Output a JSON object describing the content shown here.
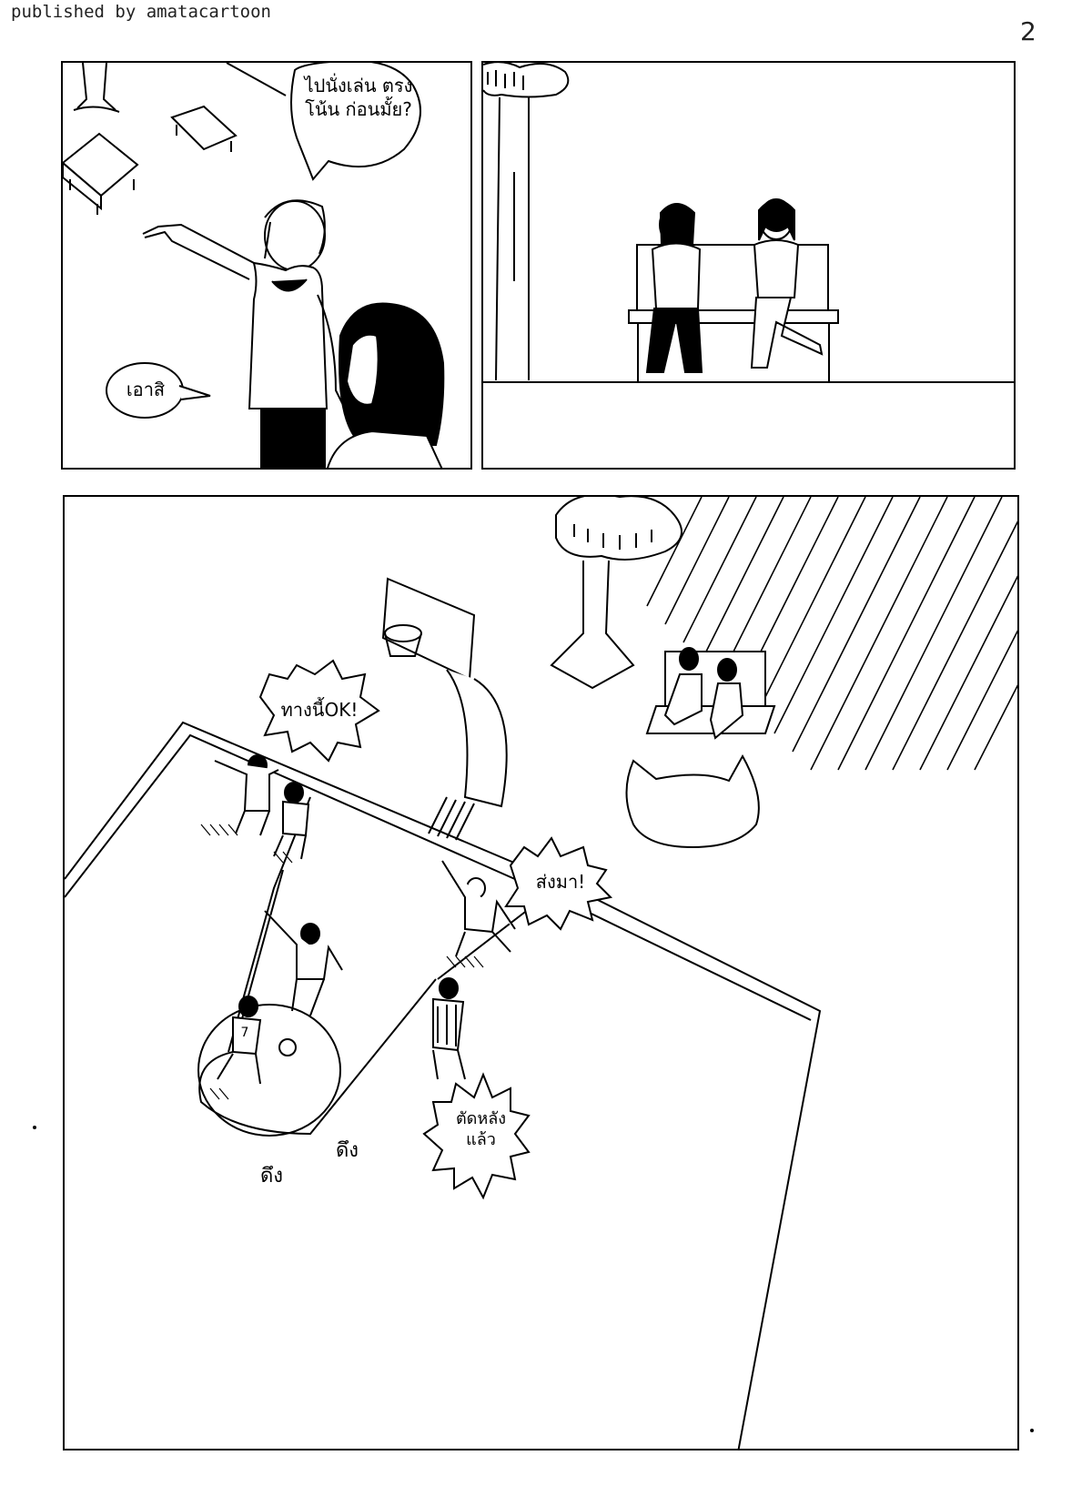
{
  "header": {
    "publisher": "published by amatacartoon",
    "page_number": "2"
  },
  "panel1": {
    "speech_top": "ไปนั่งเล่น ตรงโน้น ก่อนมั้ย?",
    "speech_bottom": "เอาสิ"
  },
  "panel3": {
    "shout_left": "ทางนี้OK!",
    "shout_right": "ส่งมา!",
    "shout_bottom": "ตัดหลังแล้ว",
    "sfx_1": "ดึง",
    "sfx_2": "ดึง",
    "jersey_number": "7"
  }
}
